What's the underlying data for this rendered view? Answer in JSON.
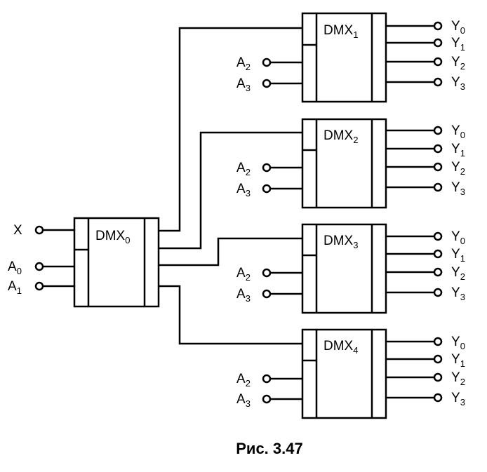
{
  "caption": "Рис. 3.47",
  "dmx0": {
    "name": "DMX",
    "index": "0",
    "inputs": [
      {
        "letter": "X",
        "sub": ""
      },
      {
        "letter": "A",
        "sub": "0"
      },
      {
        "letter": "A",
        "sub": "1"
      }
    ]
  },
  "dmx_units": [
    {
      "name": "DMX",
      "index": "1",
      "addr": [
        {
          "letter": "A",
          "sub": "2"
        },
        {
          "letter": "A",
          "sub": "3"
        }
      ],
      "outputs": [
        {
          "letter": "Y",
          "sub": "0"
        },
        {
          "letter": "Y",
          "sub": "1"
        },
        {
          "letter": "Y",
          "sub": "2"
        },
        {
          "letter": "Y",
          "sub": "3"
        }
      ]
    },
    {
      "name": "DMX",
      "index": "2",
      "addr": [
        {
          "letter": "A",
          "sub": "2"
        },
        {
          "letter": "A",
          "sub": "3"
        }
      ],
      "outputs": [
        {
          "letter": "Y",
          "sub": "0"
        },
        {
          "letter": "Y",
          "sub": "1"
        },
        {
          "letter": "Y",
          "sub": "2"
        },
        {
          "letter": "Y",
          "sub": "3"
        }
      ]
    },
    {
      "name": "DMX",
      "index": "3",
      "addr": [
        {
          "letter": "A",
          "sub": "2"
        },
        {
          "letter": "A",
          "sub": "3"
        }
      ],
      "outputs": [
        {
          "letter": "Y",
          "sub": "0"
        },
        {
          "letter": "Y",
          "sub": "1"
        },
        {
          "letter": "Y",
          "sub": "2"
        },
        {
          "letter": "Y",
          "sub": "3"
        }
      ]
    },
    {
      "name": "DMX",
      "index": "4",
      "addr": [
        {
          "letter": "A",
          "sub": "2"
        },
        {
          "letter": "A",
          "sub": "3"
        }
      ],
      "outputs": [
        {
          "letter": "Y",
          "sub": "0"
        },
        {
          "letter": "Y",
          "sub": "1"
        },
        {
          "letter": "Y",
          "sub": "2"
        },
        {
          "letter": "Y",
          "sub": "3"
        }
      ]
    }
  ]
}
